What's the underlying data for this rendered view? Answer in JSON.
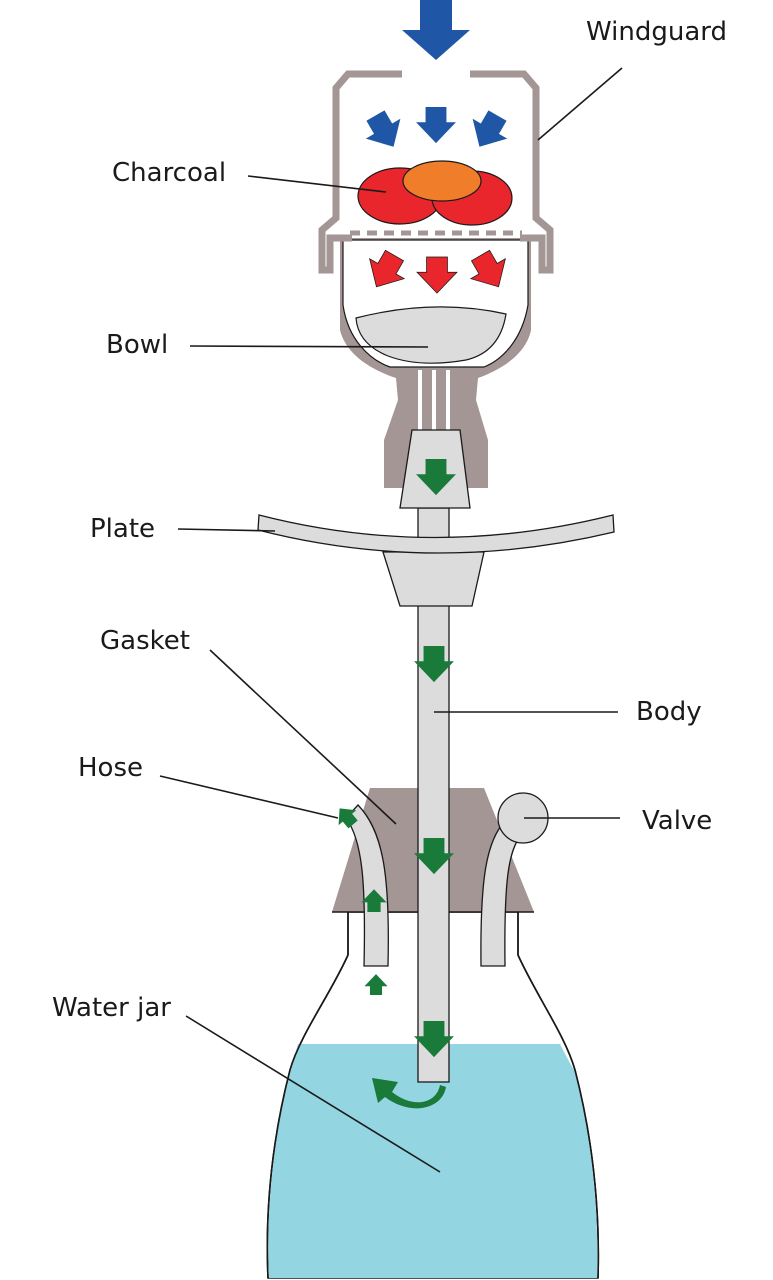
{
  "labels": {
    "windguard": "Windguard",
    "charcoal": "Charcoal",
    "bowl": "Bowl",
    "plate": "Plate",
    "gasket": "Gasket",
    "body": "Body",
    "hose": "Hose",
    "valve": "Valve",
    "water_jar": "Water jar"
  },
  "colors": {
    "air_arrow": "#1f57a6",
    "heat_arrow": "#e8262b",
    "smoke_arrow": "#1a7a3a",
    "charcoal_red": "#e8262b",
    "charcoal_orange": "#f07d2a",
    "metal_brown": "#a39694",
    "light_gray": "#dcdcdc",
    "water": "#93d5e0"
  }
}
